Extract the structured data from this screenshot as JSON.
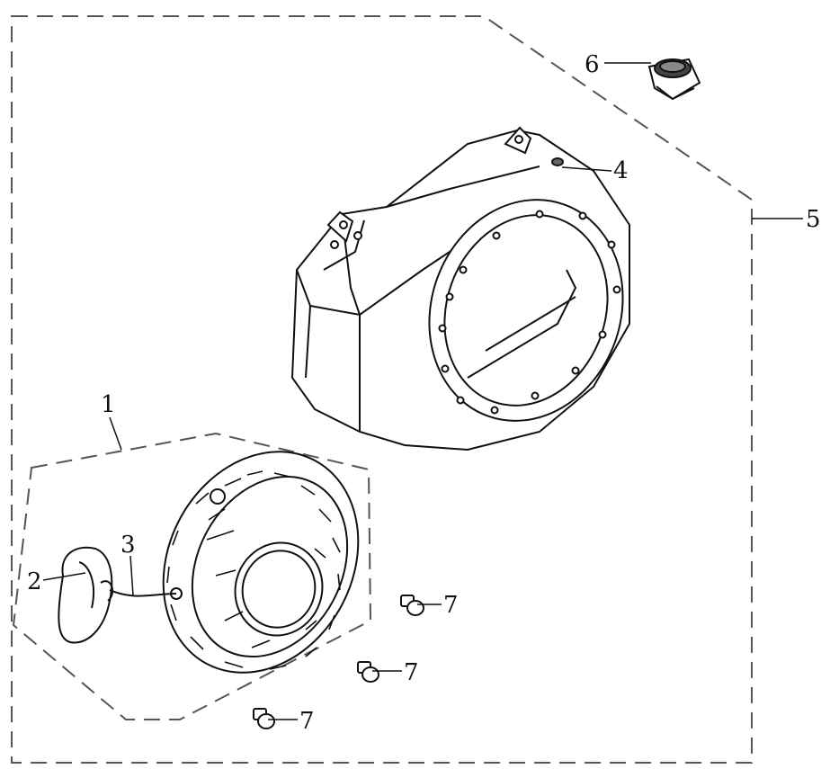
{
  "callouts": [
    {
      "id": "c1",
      "text": "1"
    },
    {
      "id": "c2",
      "text": "2"
    },
    {
      "id": "c3",
      "text": "3"
    },
    {
      "id": "c4",
      "text": "4"
    },
    {
      "id": "c5",
      "text": "5"
    },
    {
      "id": "c6",
      "text": "6"
    },
    {
      "id": "c7a",
      "text": "7"
    },
    {
      "id": "c7b",
      "text": "7"
    },
    {
      "id": "c7c",
      "text": "7"
    }
  ],
  "colors": {
    "line": "#111111",
    "dash": "#555555",
    "fill": "#ffffff"
  }
}
